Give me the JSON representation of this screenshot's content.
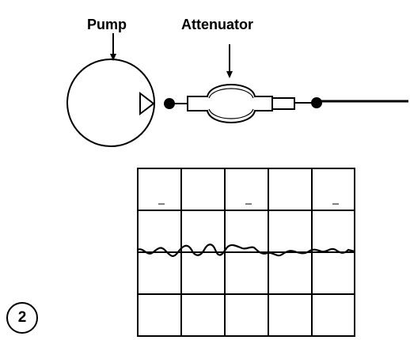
{
  "labels": {
    "pump": "Pump",
    "attenuator": "Attenuator"
  },
  "figure_number": "2",
  "colors": {
    "line": "#000000",
    "background": "#ffffff"
  },
  "oscilloscope": {
    "columns": 5,
    "rows": 4,
    "trace": "small fluctuating pressure signal around the midline (dampened pulsation)"
  }
}
